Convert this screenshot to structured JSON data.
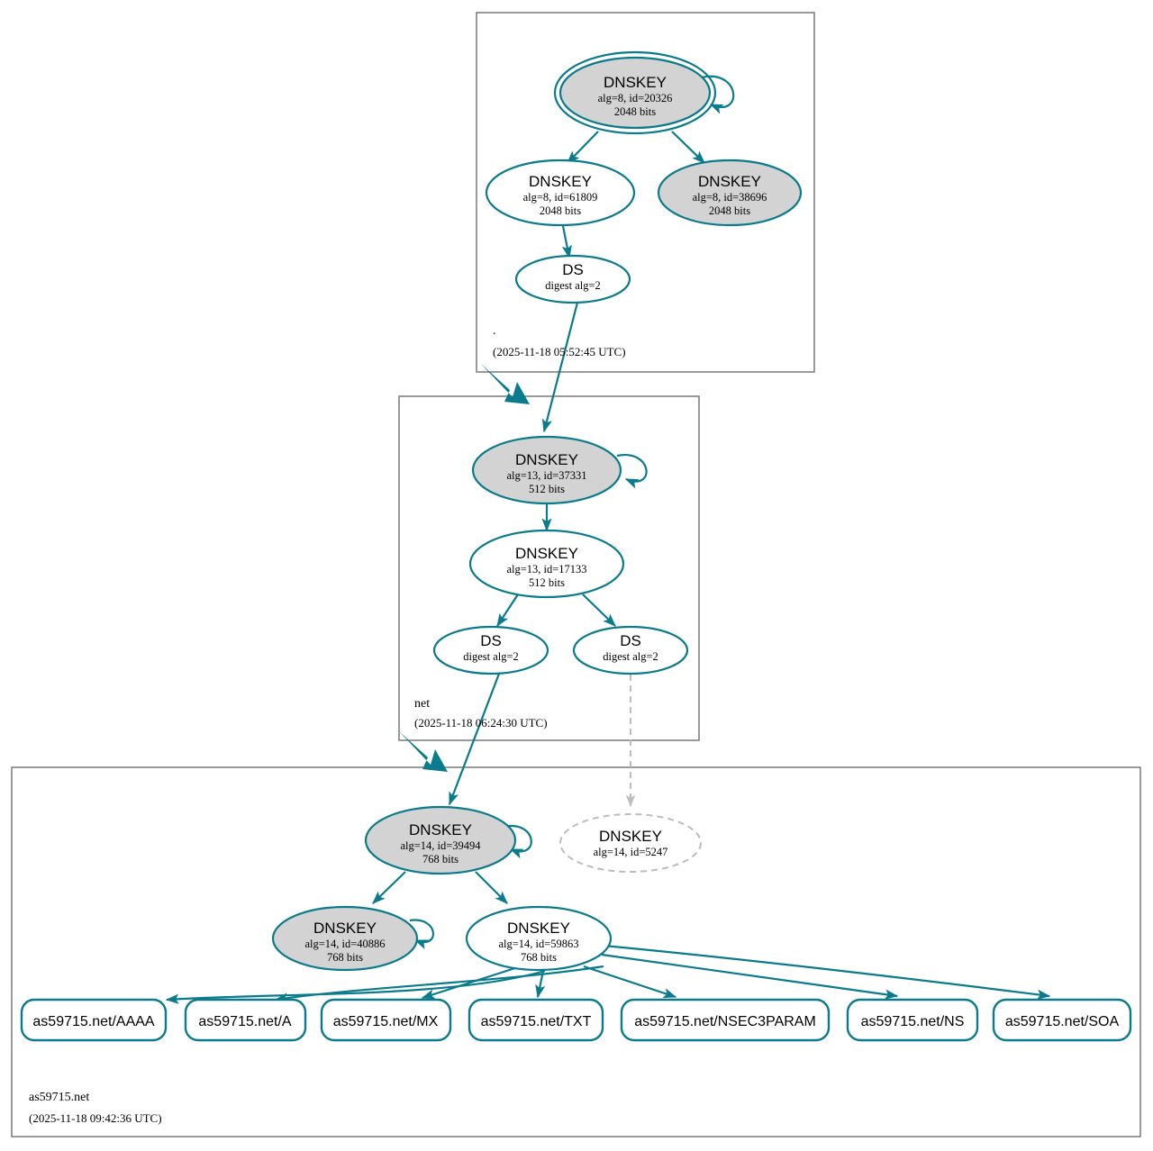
{
  "diagram": {
    "type": "dnssec-authentication-chain",
    "colors": {
      "accent": "#0a7b8c",
      "secure_key_fill": "#d3d3d3",
      "open_fill": "#ffffff",
      "zone_border": "#808080",
      "insecure_dashed": "#bcbcbc"
    }
  },
  "zones": [
    {
      "id": "root",
      "label": ".",
      "timestamp": "(2025-11-18 05:52:45 UTC)"
    },
    {
      "id": "net",
      "label": "net",
      "timestamp": "(2025-11-18 06:24:30 UTC)"
    },
    {
      "id": "as59715",
      "label": "as59715.net",
      "timestamp": "(2025-11-18 09:42:36 UTC)"
    }
  ],
  "nodes": {
    "root_ksk": {
      "type": "DNSKEY",
      "title": "DNSKEY",
      "params": "alg=8, id=20326",
      "size": "2048 bits"
    },
    "root_zsk": {
      "type": "DNSKEY",
      "title": "DNSKEY",
      "params": "alg=8, id=61809",
      "size": "2048 bits"
    },
    "root_extra": {
      "type": "DNSKEY",
      "title": "DNSKEY",
      "params": "alg=8, id=38696",
      "size": "2048 bits"
    },
    "root_ds": {
      "type": "DS",
      "title": "DS",
      "params": "digest alg=2",
      "size": ""
    },
    "net_ksk": {
      "type": "DNSKEY",
      "title": "DNSKEY",
      "params": "alg=13, id=37331",
      "size": "512 bits"
    },
    "net_zsk": {
      "type": "DNSKEY",
      "title": "DNSKEY",
      "params": "alg=13, id=17133",
      "size": "512 bits"
    },
    "net_ds_left": {
      "type": "DS",
      "title": "DS",
      "params": "digest alg=2",
      "size": ""
    },
    "net_ds_right": {
      "type": "DS",
      "title": "DS",
      "params": "digest alg=2",
      "size": ""
    },
    "zone_ksk": {
      "type": "DNSKEY",
      "title": "DNSKEY",
      "params": "alg=14, id=39494",
      "size": "768 bits"
    },
    "zone_ghost": {
      "type": "DNSKEY",
      "title": "DNSKEY",
      "params": "alg=14, id=5247",
      "size": ""
    },
    "zone_other": {
      "type": "DNSKEY",
      "title": "DNSKEY",
      "params": "alg=14, id=40886",
      "size": "768 bits"
    },
    "zone_zsk": {
      "type": "DNSKEY",
      "title": "DNSKEY",
      "params": "alg=14, id=59863",
      "size": "768 bits"
    }
  },
  "rrsets": [
    {
      "id": "aaaa",
      "label": "as59715.net/AAAA"
    },
    {
      "id": "a",
      "label": "as59715.net/A"
    },
    {
      "id": "mx",
      "label": "as59715.net/MX"
    },
    {
      "id": "txt",
      "label": "as59715.net/TXT"
    },
    {
      "id": "nsec3param",
      "label": "as59715.net/NSEC3PARAM"
    },
    {
      "id": "ns",
      "label": "as59715.net/NS"
    },
    {
      "id": "soa",
      "label": "as59715.net/SOA"
    }
  ]
}
